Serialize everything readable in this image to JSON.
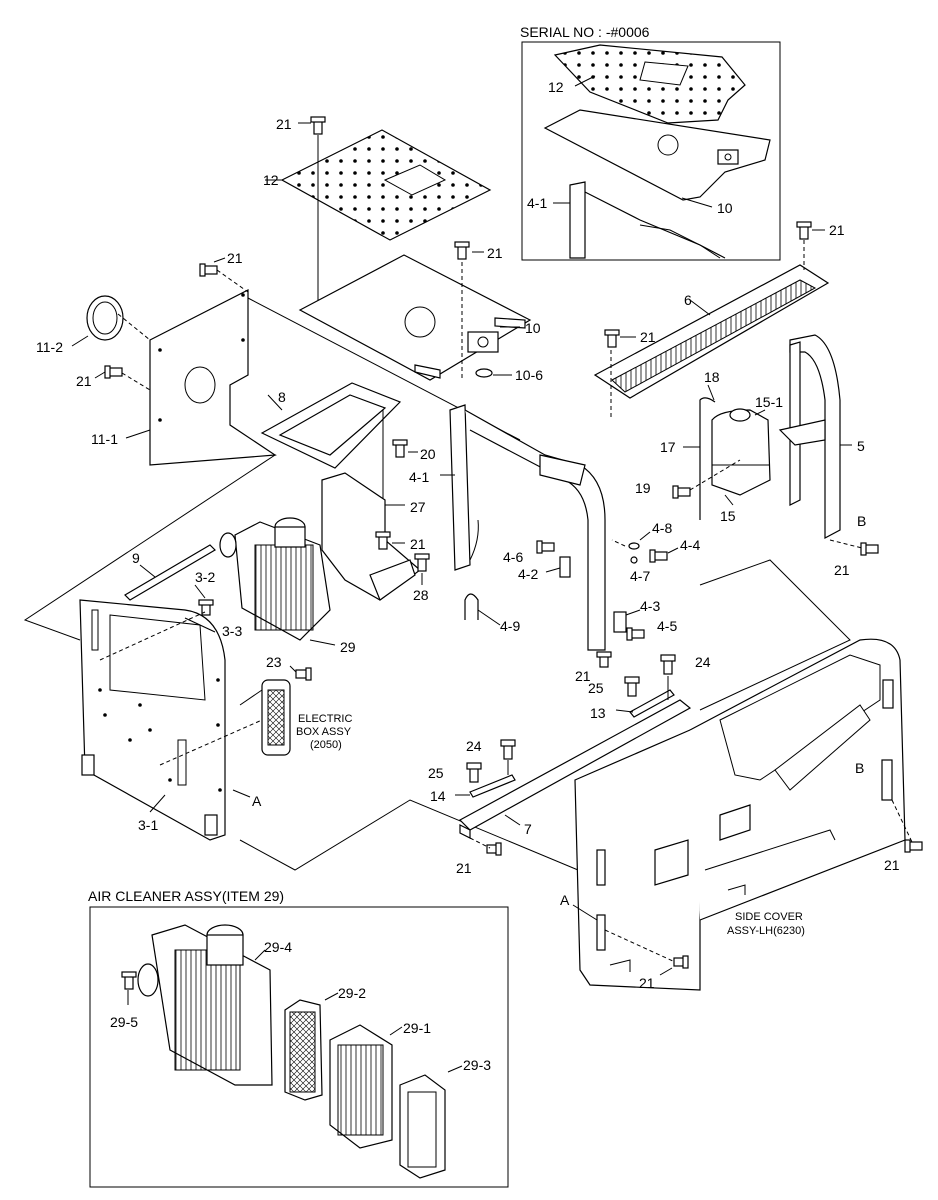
{
  "insets": {
    "serial_title": "SERIAL NO : -#0006",
    "air_cleaner_title": "AIR CLEANER ASSY(ITEM 29)"
  },
  "notes": {
    "electric_box": [
      "ELECTRIC",
      "BOX ASSY",
      "(2050)"
    ],
    "side_cover": [
      "SIDE COVER",
      "ASSY-LH(6230)"
    ]
  },
  "callouts": {
    "inset_12": "12",
    "inset_10": "10",
    "inset_4_1": "4-1",
    "c21_top": "21",
    "c12_main": "12",
    "c21_left_top": "21",
    "c21_center": "21",
    "c11_2": "11-2",
    "c21_left": "21",
    "c11_1": "11-1",
    "c10": "10",
    "c10_6": "10-6",
    "c8": "8",
    "c20": "20",
    "c4_1": "4-1",
    "c27": "27",
    "c21_mid": "21",
    "c28": "28",
    "c9": "9",
    "c3_2": "3-2",
    "c3_3": "3-3",
    "c29": "29",
    "c23": "23",
    "c3_1": "3-1",
    "c_a_left": "A",
    "c6": "6",
    "c21_right_top": "21",
    "c21_tank": "21",
    "c18": "18",
    "c15_1": "15-1",
    "c17": "17",
    "c5": "5",
    "c19": "19",
    "c15": "15",
    "c_b_right": "B",
    "c21_right": "21",
    "c4_8": "4-8",
    "c4_6": "4-6",
    "c4_4": "4-4",
    "c4_2": "4-2",
    "c4_7": "4-7",
    "c4_3": "4-3",
    "c4_5": "4-5",
    "c4_9": "4-9",
    "c21_frame": "21",
    "c24_top": "24",
    "c25_top": "25",
    "c13": "13",
    "c24_bottom": "24",
    "c25_bottom": "25",
    "c14": "14",
    "c7": "7",
    "c21_bottom": "21",
    "c_b_cover": "B",
    "c21_cover_right": "21",
    "c_a_cover": "A",
    "c21_cover_bottom": "21",
    "c29_4": "29-4",
    "c29_5": "29-5",
    "c29_2": "29-2",
    "c29_1": "29-1",
    "c29_3": "29-3"
  }
}
